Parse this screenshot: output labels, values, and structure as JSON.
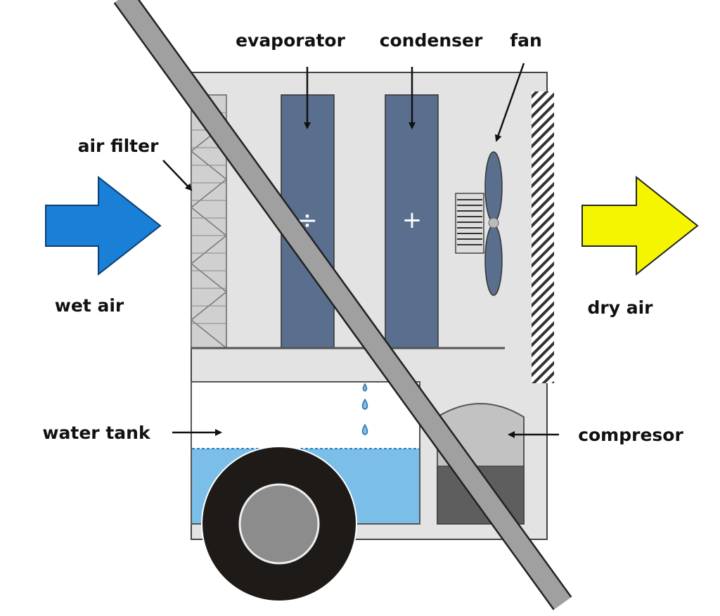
{
  "labels": {
    "evaporator": "evaporator",
    "condenser": "condenser",
    "fan": "fan",
    "air_filter": "air filter",
    "wet_air": "wet air",
    "dry_air": "dry air",
    "water_tank": "water tank",
    "compressor": "compresor",
    "evaporator_symbol": "÷",
    "condenser_symbol": "+"
  },
  "colors": {
    "wet_air_arrow": "#1a7fd6",
    "dry_air_arrow": "#f5f500",
    "coil": "#5a6e8e",
    "water": "#7bbfe8",
    "housing": "#e3e3e3",
    "strike_bar": "#a0a0a0"
  }
}
